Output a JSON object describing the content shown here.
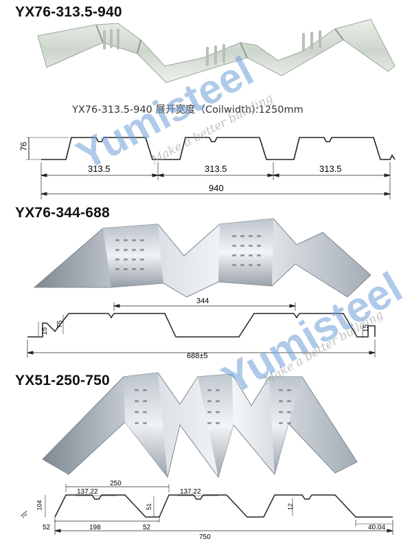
{
  "sections": [
    {
      "model": "YX76-313.5-940",
      "coil_note": "YX76-313.5-940 展开宽度（Coilwidth):1250mm",
      "dims": {
        "height": "76",
        "pitch_1": "313.5",
        "pitch_2": "313.5",
        "pitch_3": "313.5",
        "total": "940"
      }
    },
    {
      "model": "YX76-344-688",
      "dims": {
        "pitch": "344",
        "height_left": "75",
        "edge_left": "15",
        "edge_right": "15",
        "total": "688±5"
      }
    },
    {
      "model": "YX51-250-750",
      "dims": {
        "pitch": "250",
        "top_1": "137.22",
        "top_2": "137.22",
        "height_left": "104",
        "height_mid": "51",
        "height_right": "12",
        "bottom_left": "52",
        "rib": "198",
        "bottom_mid": "52",
        "total": "750",
        "edge_right": "40.04",
        "angle": "70°"
      }
    }
  ],
  "watermark": {
    "brand": "Yumisteel",
    "slogan": "Make a better building",
    "color_blue": "#6f9fd8",
    "color_orange": "#f2a35e"
  },
  "colors": {
    "text": "#111111",
    "line": "#222222",
    "steel_light": "#f2f5f8",
    "steel_dark": "#8d969f"
  }
}
